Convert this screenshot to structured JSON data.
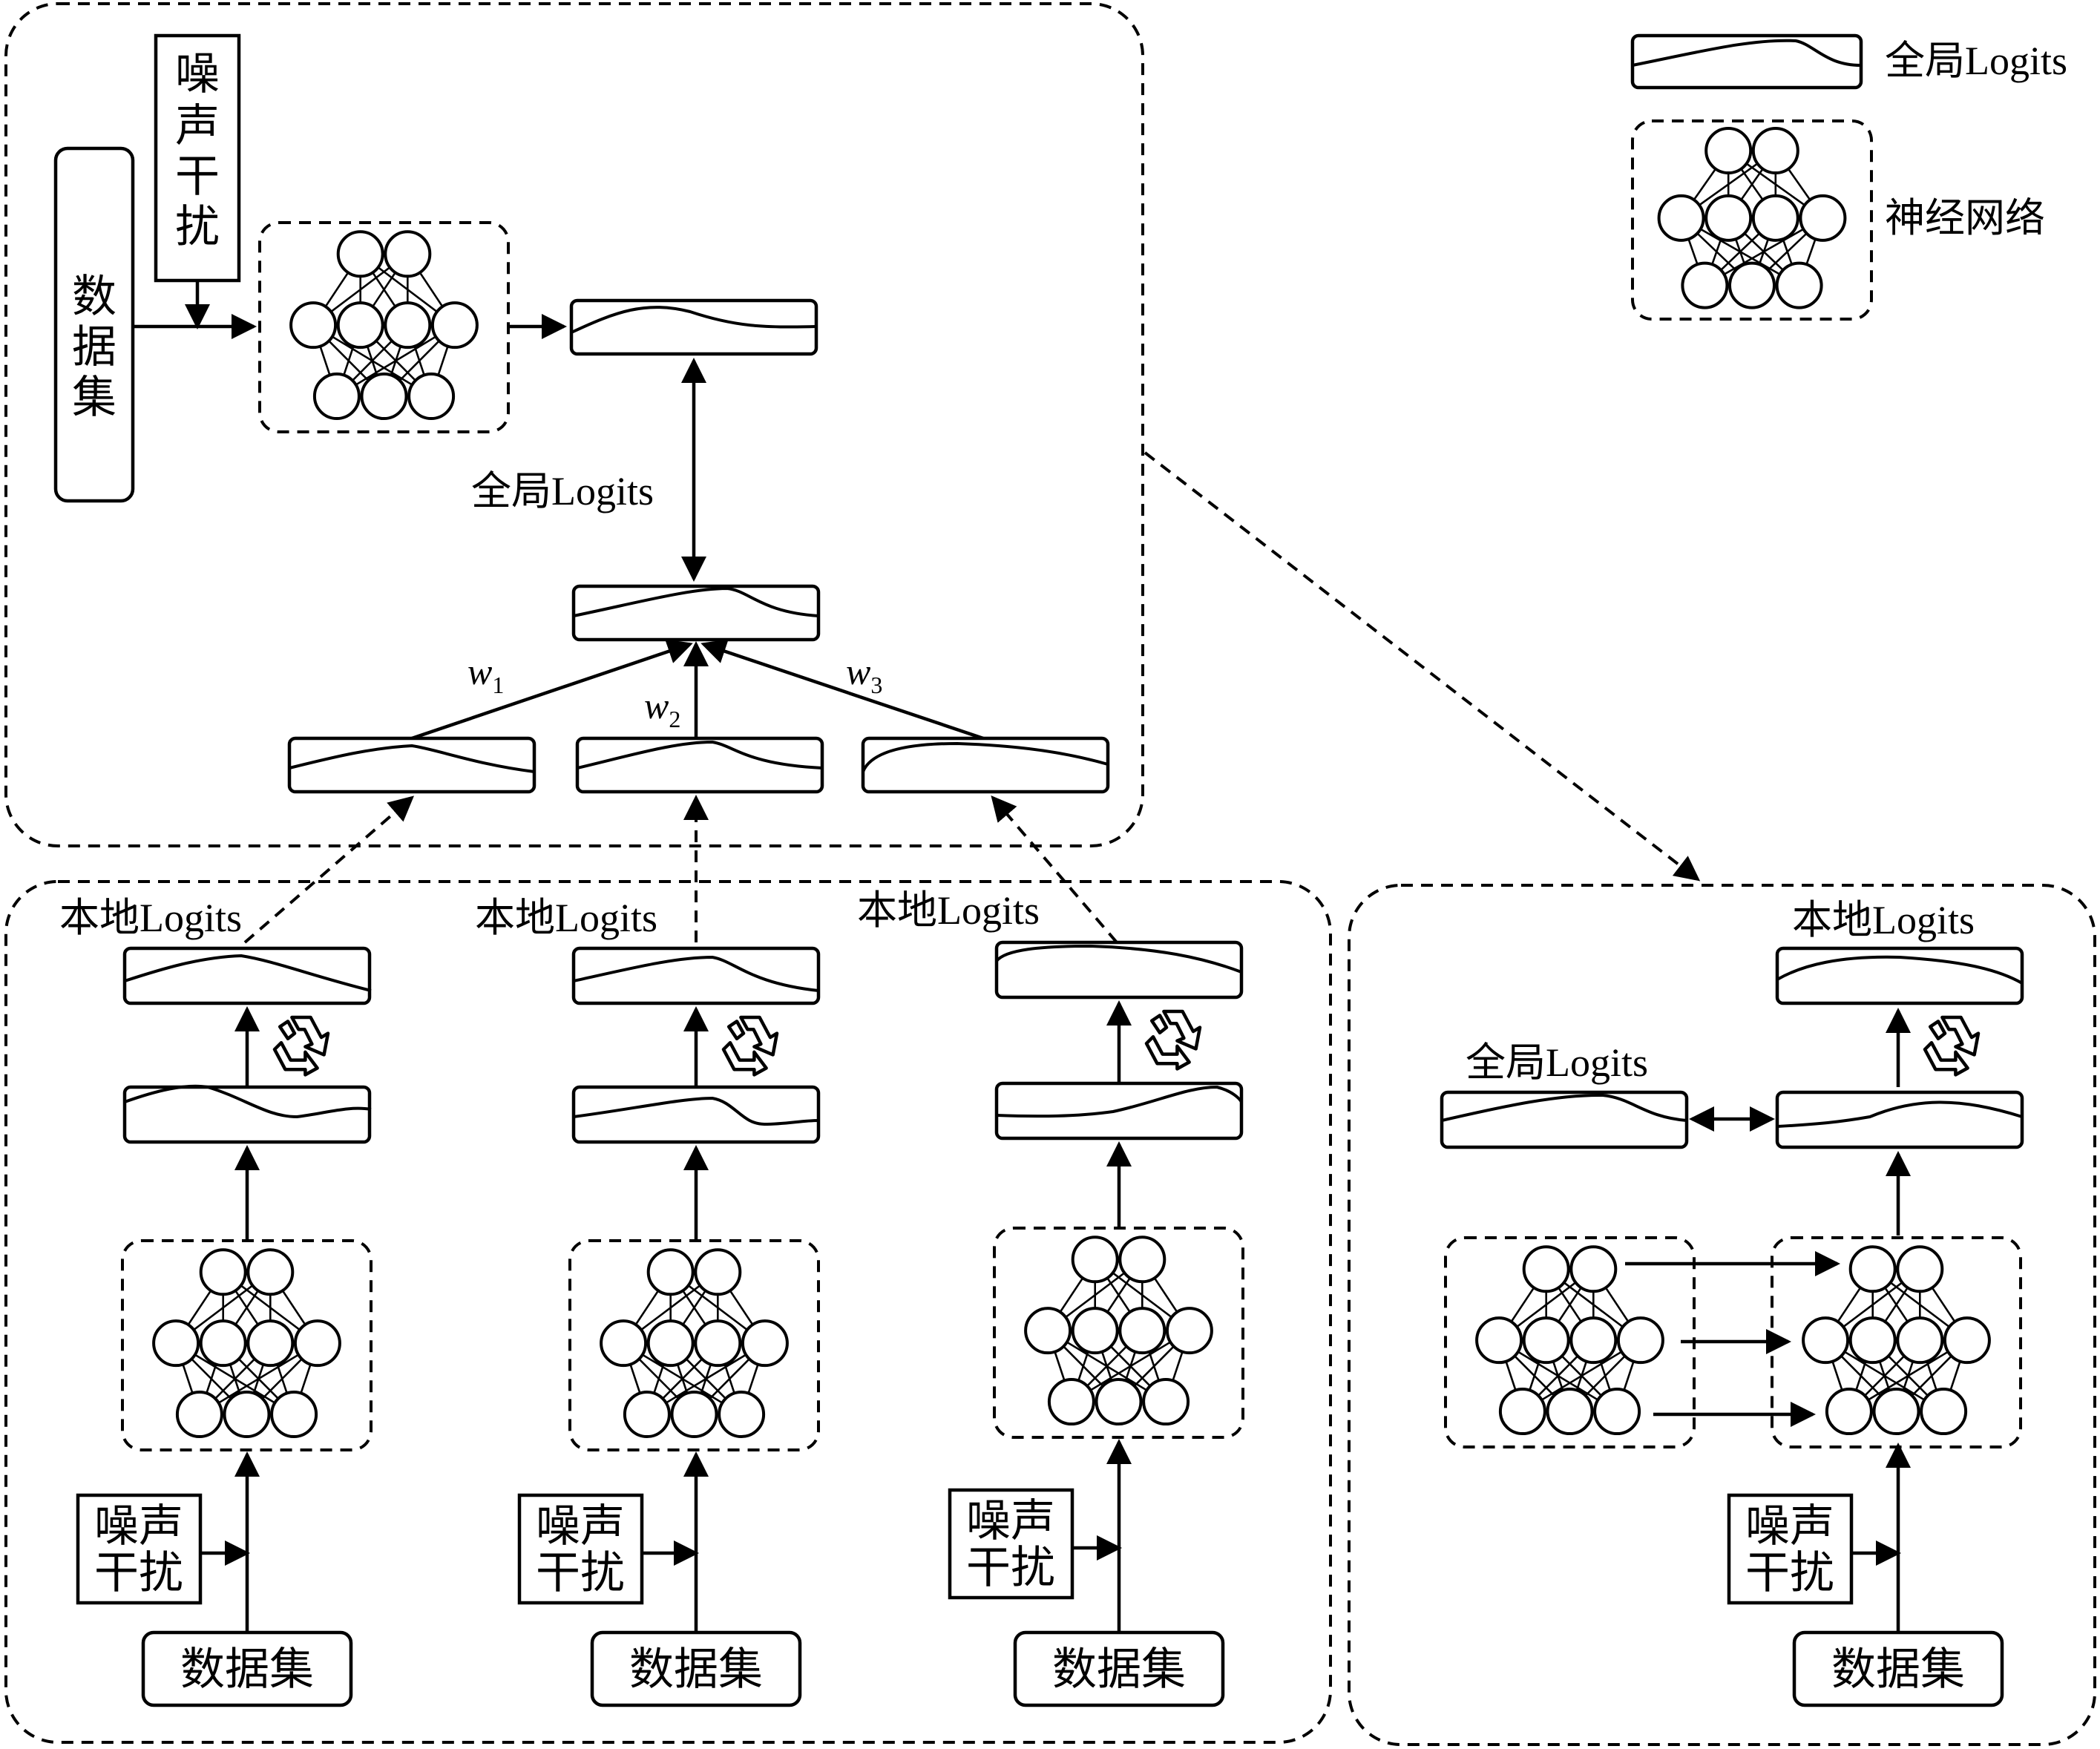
{
  "legend": {
    "global_logits": "全局Logits",
    "neural_network": "神经网络"
  },
  "server": {
    "dataset_chars": [
      "数",
      "据",
      "集"
    ],
    "noise_chars": [
      "噪",
      "声",
      "干",
      "扰"
    ],
    "global_logits_label": "全局Logits",
    "weights": [
      {
        "symbol": "w",
        "sub": "1"
      },
      {
        "symbol": "w",
        "sub": "2"
      },
      {
        "symbol": "w",
        "sub": "3"
      }
    ]
  },
  "clients": {
    "local_logits_label": "本地Logits",
    "noise_line1": "噪声",
    "noise_line2": "干扰",
    "dataset_label": "数据集",
    "recycle_icon": "recycle-icon"
  },
  "new_client": {
    "local_logits_label": "本地Logits",
    "global_logits_label": "全局Logits",
    "noise_line1": "噪声",
    "noise_line2": "干扰",
    "dataset_label": "数据集"
  }
}
